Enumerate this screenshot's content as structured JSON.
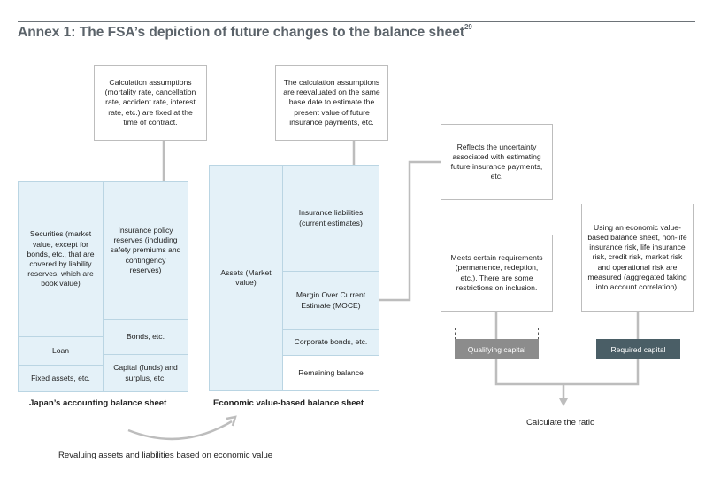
{
  "title": {
    "text": "Annex 1: The FSA’s depiction of future changes to the balance sheet",
    "footnote": "29"
  },
  "notes": {
    "calculation_assumptions_fixed": "Calculation assumptions (mortality rate, cancellation rate, accident rate, interest rate, etc.) are fixed at the time of contract.",
    "calculation_assumptions_reevaluated": "The calculation assumptions are reevaluated on the same base date to estimate the present value of future insurance payments, etc.",
    "uncertainty": "Reflects the uncertainty associated with estimating future insurance payments, etc.",
    "qualifying_requirements": "Meets certain requirements (permanence, redeption, etc.). There are some restrictions on inclusion.",
    "required_measurement": "Using an economic value-based balance sheet, non-life insurance risk, life insurance risk, credit risk, market risk and operational risk are measured (aggregated taking into account correlation)."
  },
  "japan_sheet": {
    "caption": "Japan’s accounting balance sheet",
    "assets": {
      "securities": "Securities (market value, except for bonds, etc., that are covered by liability reserves, which are book value)",
      "loan": "Loan",
      "fixed_assets": "Fixed assets, etc."
    },
    "liabilities": {
      "policy_reserves": "Insurance policy reserves (including safety premiums and contingency reserves)",
      "bonds": "Bonds, etc.",
      "capital": "Capital (funds) and surplus, etc."
    }
  },
  "economic_sheet": {
    "caption": "Economic value-based balance sheet",
    "assets": "Assets (Market value)",
    "insurance_liabilities": "Insurance liabilities (current estimates)",
    "moce": "Margin Over Current Estimate (MOCE)",
    "corporate_bonds": "Corporate bonds, etc.",
    "remaining_balance": "Remaining balance"
  },
  "capital": {
    "qualifying": "Qualifying capital",
    "required": "Required capital",
    "ratio": "Calculate the ratio"
  },
  "revaluing": "Revaluing assets and liabilities based on economic value",
  "colors": {
    "title": "#5b636a",
    "sheet_fill": "#e4f1f8",
    "sheet_border": "#bad5e3",
    "qualifying_fill": "#8c8c8c",
    "required_fill": "#4a5e66",
    "connector": "#bdbdbd"
  }
}
